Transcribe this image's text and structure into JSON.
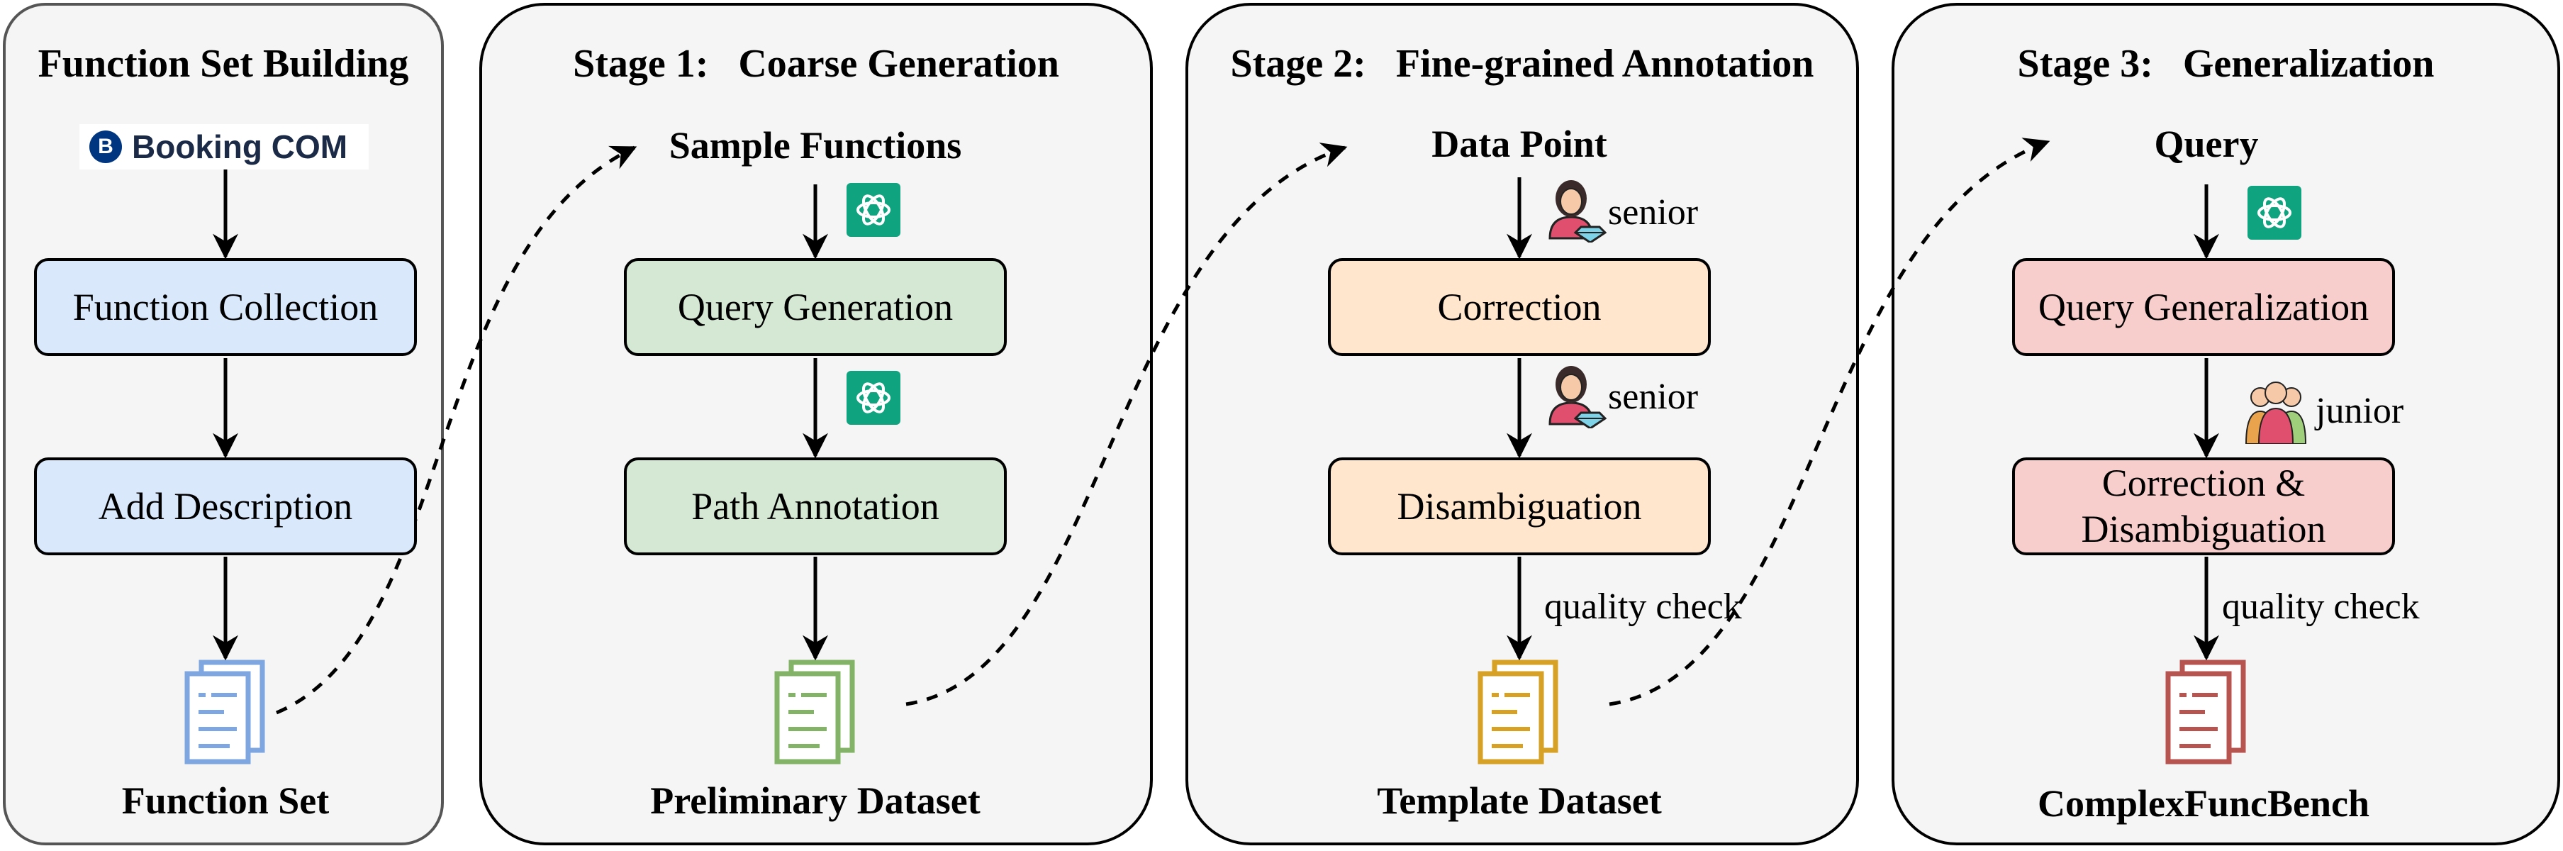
{
  "panels": [
    {
      "title": "Function Set Building"
    },
    {
      "title": "Stage 1:   Coarse Generation"
    },
    {
      "title": "Stage 2:   Fine-grained Annotation"
    },
    {
      "title": "Stage 3:   Generalization"
    }
  ],
  "stage0": {
    "logo_text": "Booking COM",
    "box1": "Function Collection",
    "box2": "Add Description",
    "output": "Function Set"
  },
  "stage1": {
    "input": "Sample Functions",
    "box1": "Query Generation",
    "box2": "Path Annotation",
    "output": "Preliminary Dataset"
  },
  "stage2": {
    "input": "Data Point",
    "role1": "senior",
    "box1": "Correction",
    "role2": "senior",
    "box2": "Disambiguation",
    "check": "quality check",
    "output": "Template Dataset"
  },
  "stage3": {
    "input": "Query",
    "box1": "Query Generalization",
    "role": "junior",
    "box2_line1": "Correction &",
    "box2_line2": "Disambiguation",
    "check": "quality check",
    "output": "ComplexFuncBench"
  },
  "colors": {
    "blue_fill": "#dae8fc",
    "green_fill": "#d5e8d4",
    "orange_fill": "#ffe6cc",
    "red_fill": "#f8cecc",
    "openai_green": "#10a37f",
    "doc_blue": "#7ea6e0",
    "doc_green": "#82b366",
    "doc_orange": "#d6a125",
    "doc_red": "#b85450"
  },
  "icons": [
    "booking-logo-icon",
    "openai-icon",
    "senior-annotator-icon",
    "junior-annotators-icon",
    "document-icon"
  ]
}
